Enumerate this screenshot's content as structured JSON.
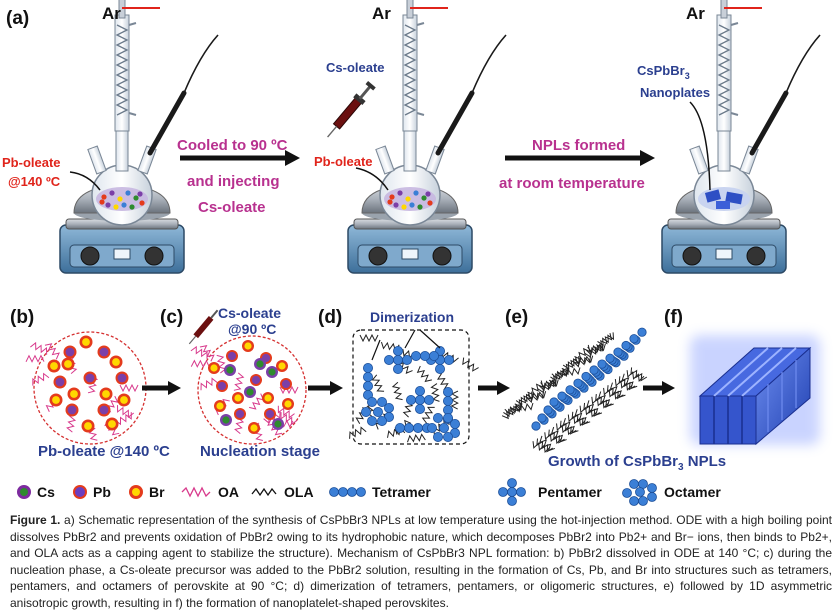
{
  "panels": {
    "a": "(a)",
    "b": "(b)",
    "c": "(c)",
    "d": "(d)",
    "e": "(e)",
    "f": "(f)"
  },
  "top": {
    "ar": "Ar",
    "left_label_1": "Pb-oleate",
    "left_label_2": "@140 ºC",
    "step1_line1": "Cooled to 90 ºC",
    "step1_line2": "and injecting",
    "step1_line3": "Cs-oleate",
    "mid_cs": "Cs-oleate",
    "mid_pb": "Pb-oleate",
    "step2_line1": "NPLs formed",
    "step2_line2": "at room temperature",
    "right_label_1": "CsPbBr",
    "right_label_1_sub": "3",
    "right_label_2": "Nanoplates"
  },
  "bottom": {
    "b_caption": "Pb-oleate @140 ºC",
    "c_top_1": "Cs-oleate",
    "c_top_2": "@90 ºC",
    "c_caption": "Nucleation stage",
    "d_title": "Dimerization",
    "e_caption": "Growth of CsPbBr",
    "e_caption_sub": "3",
    "e_caption_tail": " NPLs"
  },
  "legend": {
    "cs": "Cs",
    "pb": "Pb",
    "br": "Br",
    "oa": "OA",
    "ola": "OLA",
    "tetramer": "Tetramer",
    "pentamer": "Pentamer",
    "octamer": "Octamer"
  },
  "colors": {
    "cs": "#2e8b2e",
    "pb": "#7b3fa8",
    "br": "#e43b1c",
    "br_inner": "#ffd800",
    "cluster": "#3b7fd6",
    "red_label": "#e0241b",
    "magenta_label": "#b8318f",
    "navy_label": "#2b3f8f"
  },
  "caption": {
    "fig": "Figure 1.",
    "text": "a) Schematic representation of the synthesis of CsPbBr3 NPLs at low temperature using the hot-injection method. ODE with a high boiling point dissolves PbBr2 and prevents oxidation of PbBr2 owing to its hydrophobic nature, which decomposes PbBr2 into Pb2+ and Br− ions, then binds to Pb2+, and OLA acts as a capping agent to stabilize the structure). Mechanism of CsPbBr3 NPL formation: b) PbBr2 dissolved in ODE at 140 °C; c) during the nucleation phase, a Cs-oleate precursor was added to the PbBr2 solution, resulting in the formation of Cs, Pb, and Br into structures such as tetramers, pentamers, and octamers of perovskite at 90 °C; d) dimerization of tetramers, pentamers, or oligomeric structures, e) followed by 1D asymmetric anisotropic growth, resulting in f) the formation of nanoplatelet-shaped perovskites."
  }
}
